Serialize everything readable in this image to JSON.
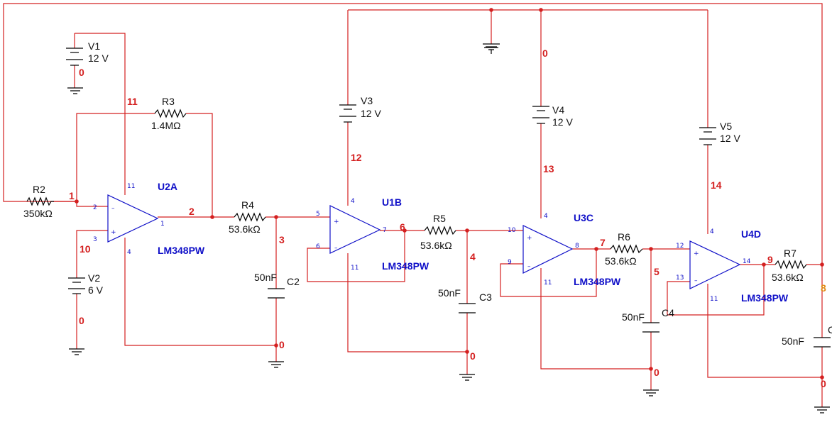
{
  "diagram": {
    "accent_colors": {
      "wire": "#d42020",
      "opamp": "#1010c8",
      "text": "#111111",
      "net_label_alt": "#e08a14"
    },
    "opamps": [
      {
        "ref": "U2A",
        "model": "LM348PW",
        "pins": {
          "in_neg": "2",
          "in_pos": "3",
          "out": "1",
          "vcc": "11",
          "vee": "4"
        }
      },
      {
        "ref": "U1B",
        "model": "LM348PW",
        "pins": {
          "in_pos": "5",
          "in_neg": "6",
          "out": "7",
          "vcc": "4",
          "vee": "11"
        }
      },
      {
        "ref": "U3C",
        "model": "LM348PW",
        "pins": {
          "in_pos": "10",
          "in_neg": "9",
          "out": "8",
          "vcc": "4",
          "vee": "11"
        }
      },
      {
        "ref": "U4D",
        "model": "LM348PW",
        "pins": {
          "in_pos": "12",
          "in_neg": "13",
          "out": "14",
          "vcc": "4",
          "vee": "11"
        }
      }
    ],
    "resistors": [
      {
        "ref": "R2",
        "value": "350kΩ"
      },
      {
        "ref": "R3",
        "value": "1.4MΩ"
      },
      {
        "ref": "R4",
        "value": "53.6kΩ"
      },
      {
        "ref": "R5",
        "value": "53.6kΩ"
      },
      {
        "ref": "R6",
        "value": "53.6kΩ"
      },
      {
        "ref": "R7",
        "value": "53.6kΩ"
      }
    ],
    "capacitors": [
      {
        "ref": "C2",
        "value": "50nF"
      },
      {
        "ref": "C3",
        "value": "50nF"
      },
      {
        "ref": "C4",
        "value": "50nF"
      },
      {
        "ref": "C",
        "value": "50nF"
      }
    ],
    "sources": [
      {
        "ref": "V1",
        "value": "12 V"
      },
      {
        "ref": "V2",
        "value": "6 V"
      },
      {
        "ref": "V3",
        "value": "12 V"
      },
      {
        "ref": "V4",
        "value": "12 V"
      },
      {
        "ref": "V5",
        "value": "12 V"
      }
    ],
    "nets": {
      "n1": "1",
      "n2": "2",
      "n3": "3",
      "n4": "4",
      "n5": "5",
      "n6": "6",
      "n7": "7",
      "n8": "8",
      "n9": "9",
      "n10": "10",
      "n11": "11",
      "n12": "12",
      "n13": "13",
      "n14": "14",
      "gnd": "0"
    }
  }
}
